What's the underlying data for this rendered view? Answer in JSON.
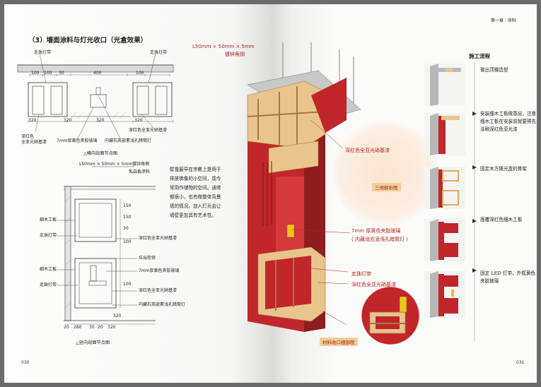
{
  "left_page": {
    "heading": "（3）墙面涂料与灯光收口（光盒效果）",
    "top_drawing": {
      "labels": {
        "led_left": "走珠灯带",
        "led_right": "走珠灯带",
        "lacquer_finish": "深红色\n全亚光硝基漆",
        "glass": "7mm厚黄色夹胶玻璃",
        "hidden_light": "内藏石英嵌素浅孔暗筒灯",
        "lacquer_base": "深红色全亚光硝基漆"
      },
      "dims": [
        "100",
        "100",
        "30",
        "400",
        "100",
        "320",
        "320",
        "320",
        "320"
      ],
      "caption": "△横向剖面节点图"
    },
    "bottom_drawing": {
      "labels": {
        "angle_steel": "L50mm × 50mm × 5mm镀锌角钢",
        "latex": "乳白色涂料",
        "thin_board_1": "细木工板",
        "led": "走珠灯带",
        "thin_board_2": "细木工板",
        "led_2": "走珠灯带",
        "lacquer_base": "深红色全亚光硝基漆",
        "pull": "拉出栓修",
        "glass": "7mm厚黄色夹胶玻璃",
        "lacquer_finish": "深红色全亚光硝基漆",
        "hidden_light": "内藏石英嵌素浅孔暗筒灯"
      },
      "dims": [
        "150",
        "150",
        "30",
        "100",
        "100",
        "320",
        "20",
        "280",
        "30",
        "20",
        "320"
      ],
      "caption": "△竖向剖面节点图"
    },
    "paragraph": "壁龛最早在宗教上是用于排放佛像的小空间，现今常用作储物的空间。通常都很小，也有做整体背景墙的情况。加入灯光会让墙壁更加具有艺术性。",
    "page_number": "030"
  },
  "right_page": {
    "chapter": "第一章 · 涂料",
    "callouts": {
      "angle_steel": "L50mm × 50mm × 5mm",
      "angle_steel_2": "镀锌角钢",
      "lacquer_base": "深红色全亚光硝基漆",
      "exploded_tag": "三维解析图",
      "glass": "7mm 厚黄色夹胶玻璃",
      "glass_2": "( 内藏适应凌浅孔暗筒灯 )",
      "led": "走珠灯带",
      "lacquer_finish": "深红色全亚光硝基漆",
      "detail_tag": "材料收口细部图"
    },
    "process": {
      "title": "施工流程",
      "steps": [
        "做出顶棚造型",
        "安装细木工板做基层，注意细木工板在安装前就要预先涂刷深红色亚光漆",
        "固定木方做光盒的骨架",
        "面覆深红色细木工板",
        "固定 LED 灯带，外框黄色夹胶玻璃"
      ]
    },
    "page_number": "031"
  },
  "colors": {
    "lacquer_red": "#c0262a",
    "wood": "#e9c48c",
    "glass_yellow": "#f2c21c",
    "accent_text": "#b3261e",
    "tag_bg": "#f1cf9a"
  }
}
